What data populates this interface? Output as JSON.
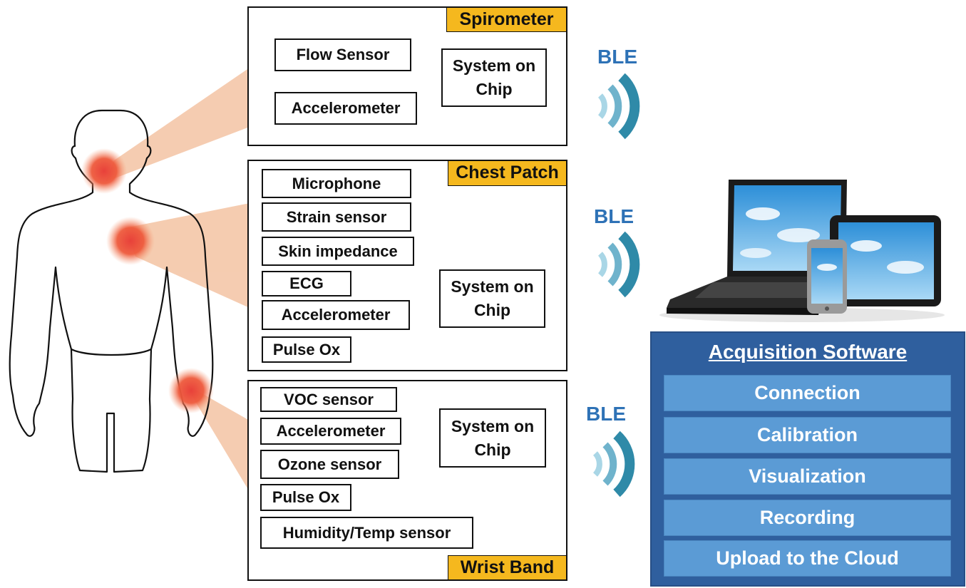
{
  "colors": {
    "tag_bg": "#f5b81e",
    "ble_text": "#2e72b6",
    "wireless_arc": "#2f8aa8",
    "software_bg": "#2f5f9e",
    "software_item_bg": "#5b9bd5",
    "sensor_glow": "#e8413a",
    "beam": "#f4c7a8"
  },
  "wireless_label": "BLE",
  "spirometer": {
    "title": "Spirometer",
    "sensors": [
      "Flow Sensor",
      "Accelerometer"
    ],
    "soc_line1": "System on",
    "soc_line2": "Chip"
  },
  "chest_patch": {
    "title": "Chest Patch",
    "sensors": [
      "Microphone",
      "Strain sensor",
      "Skin impedance",
      "ECG",
      "Accelerometer",
      "Pulse Ox"
    ],
    "soc_line1": "System on",
    "soc_line2": "Chip"
  },
  "wrist_band": {
    "title": "Wrist Band",
    "sensors": [
      "VOC sensor",
      "Accelerometer",
      "Ozone sensor",
      "Pulse Ox",
      "Humidity/Temp sensor"
    ],
    "soc_line1": "System on",
    "soc_line2": "Chip"
  },
  "software": {
    "title": "Acquisition Software",
    "items": [
      "Connection",
      "Calibration",
      "Visualization",
      "Recording",
      "Upload to the Cloud"
    ]
  },
  "icons": {
    "body": "human-body-outline",
    "devices": "laptop-tablet-phone",
    "wireless": "wireless-signal-arcs"
  }
}
